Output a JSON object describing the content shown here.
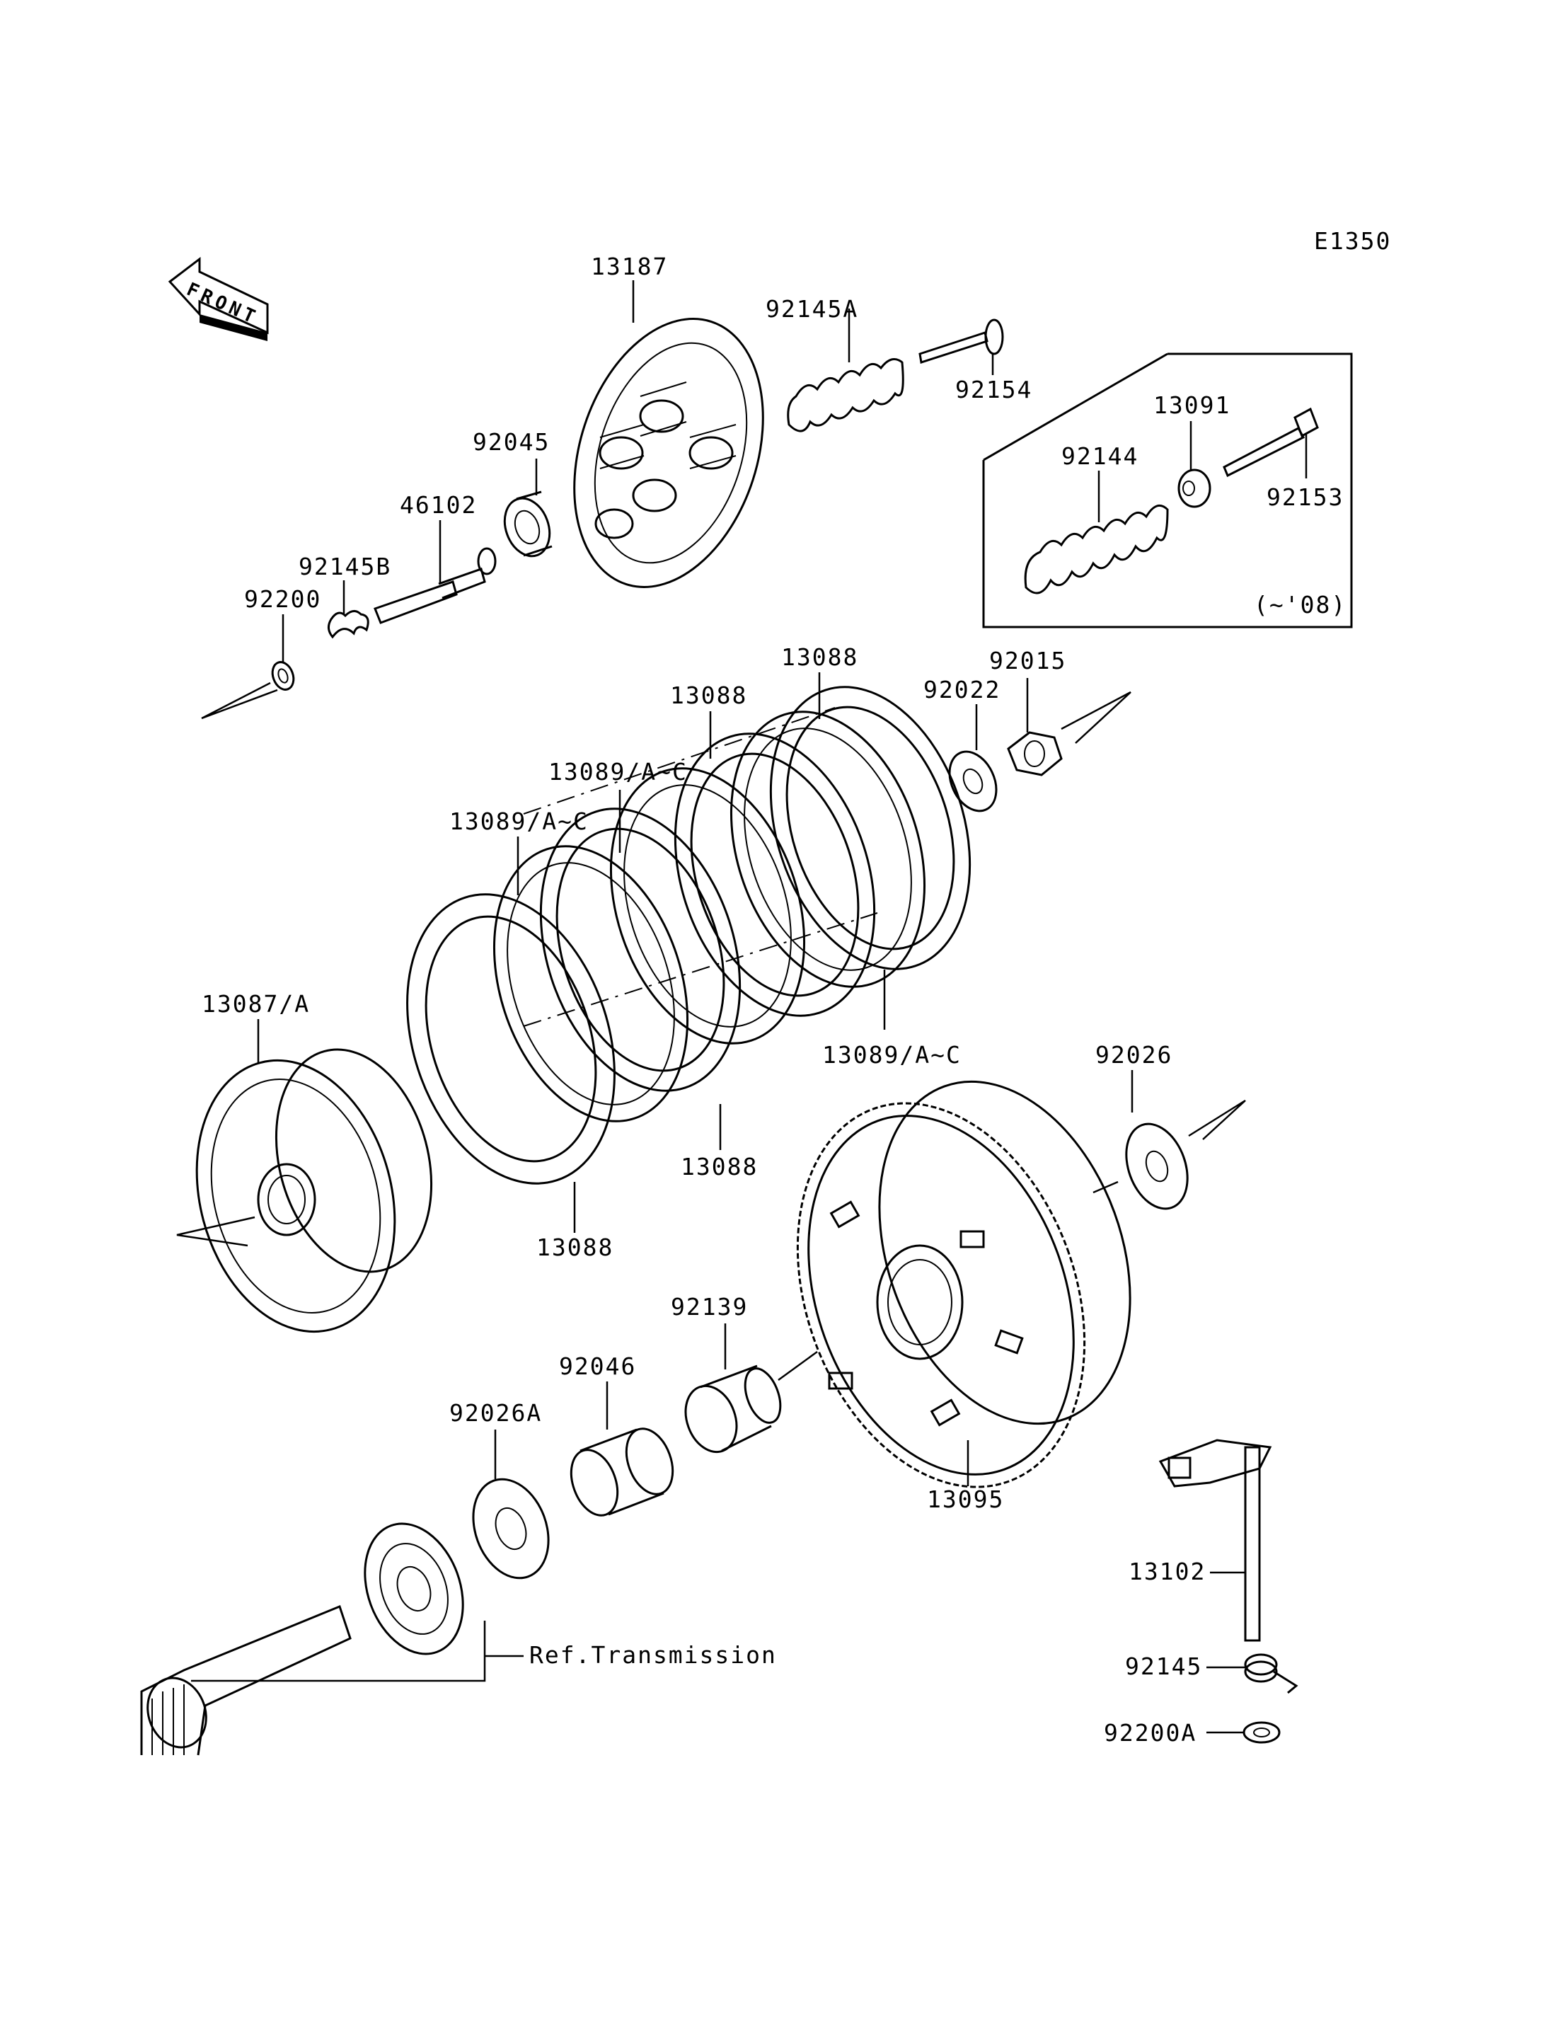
{
  "diagram_code": "E1350",
  "front_arrow_text": "FRONT",
  "variant_box_note": "(~'08)",
  "reference_note": "Ref.Transmission",
  "labels": {
    "l13187": "13187",
    "l92145A": "92145A",
    "l92154": "92154",
    "l92045": "92045",
    "l46102": "46102",
    "l92145B": "92145B",
    "l92200": "92200",
    "l13091": "13091",
    "l92144": "92144",
    "l92153": "92153",
    "l13088_a": "13088",
    "l13088_b": "13088",
    "l13088_c": "13088",
    "l13088_d": "13088",
    "l92022": "92022",
    "l92015": "92015",
    "l13089_a": "13089/A~C",
    "l13089_b": "13089/A~C",
    "l13089_c": "13089/A~C",
    "l13087": "13087/A",
    "l92026": "92026",
    "l92139": "92139",
    "l92046": "92046",
    "l92026A": "92026A",
    "l13095": "13095",
    "l13102": "13102",
    "l92145": "92145",
    "l92200A": "92200A"
  }
}
